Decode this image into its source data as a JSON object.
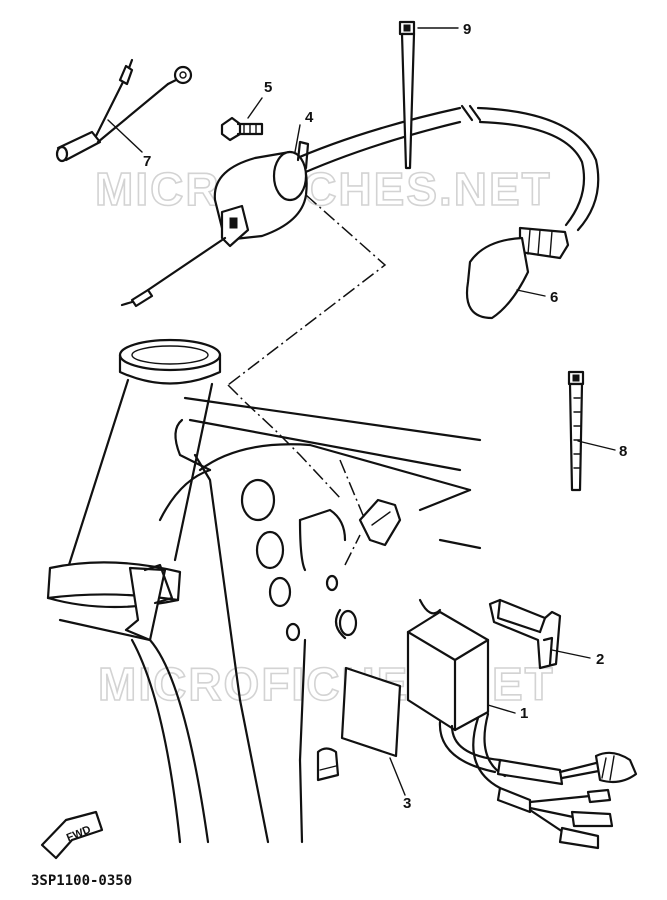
{
  "watermarks": [
    "MICROFICHES.NET",
    "MICROFICHES.NET"
  ],
  "callouts": [
    "1",
    "2",
    "3",
    "4",
    "5",
    "6",
    "7",
    "8",
    "9"
  ],
  "arrow_label": "FWD",
  "diagram_code": "3SP1100-0350"
}
